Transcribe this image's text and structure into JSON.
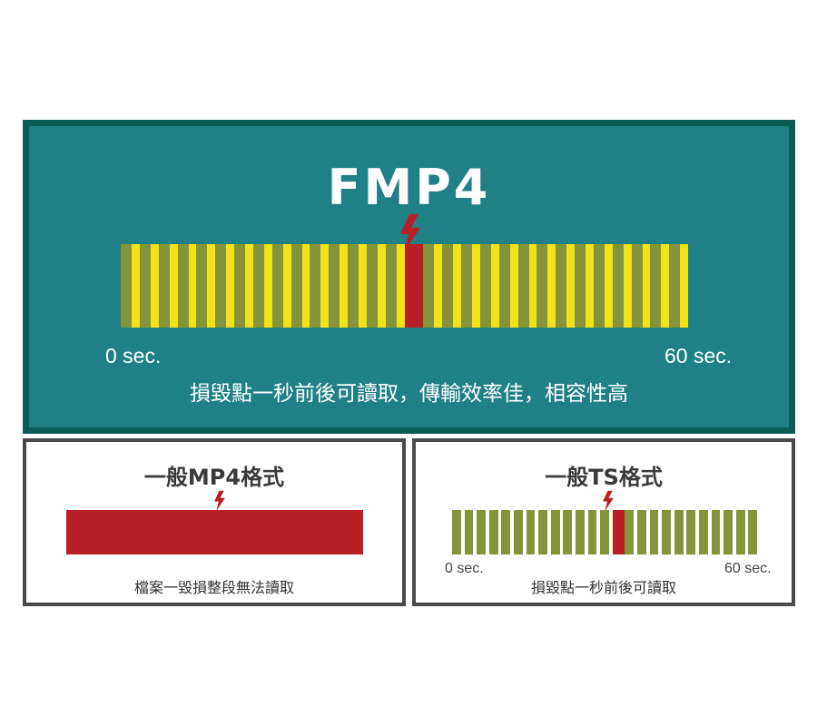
{
  "fmp4": {
    "title": "FMP4",
    "axis_start": "0 sec.",
    "axis_end": "60 sec.",
    "caption": "損毀點一秒前後可讀取，傳輸效率佳，相容性高",
    "segment_count": 30,
    "damaged_segment_index": 15
  },
  "mp4": {
    "title": "一般MP4格式",
    "caption": "檔案一毀損整段無法讀取"
  },
  "ts": {
    "title": "一般TS格式",
    "axis_start": "0 sec.",
    "axis_end": "60 sec.",
    "caption": "損毀點一秒前後可讀取",
    "segment_count": 25,
    "damaged_segment_index": 13
  },
  "colors": {
    "fmp4_panel": "#1f8185",
    "fmp4_border": "#0d5b55",
    "segment_olive": "#84943a",
    "segment_yellow": "#f2e21a",
    "damage_red": "#b81f27",
    "sub_border": "#4a4a4a"
  },
  "icons": {
    "damage": "lightning-bolt-icon"
  }
}
